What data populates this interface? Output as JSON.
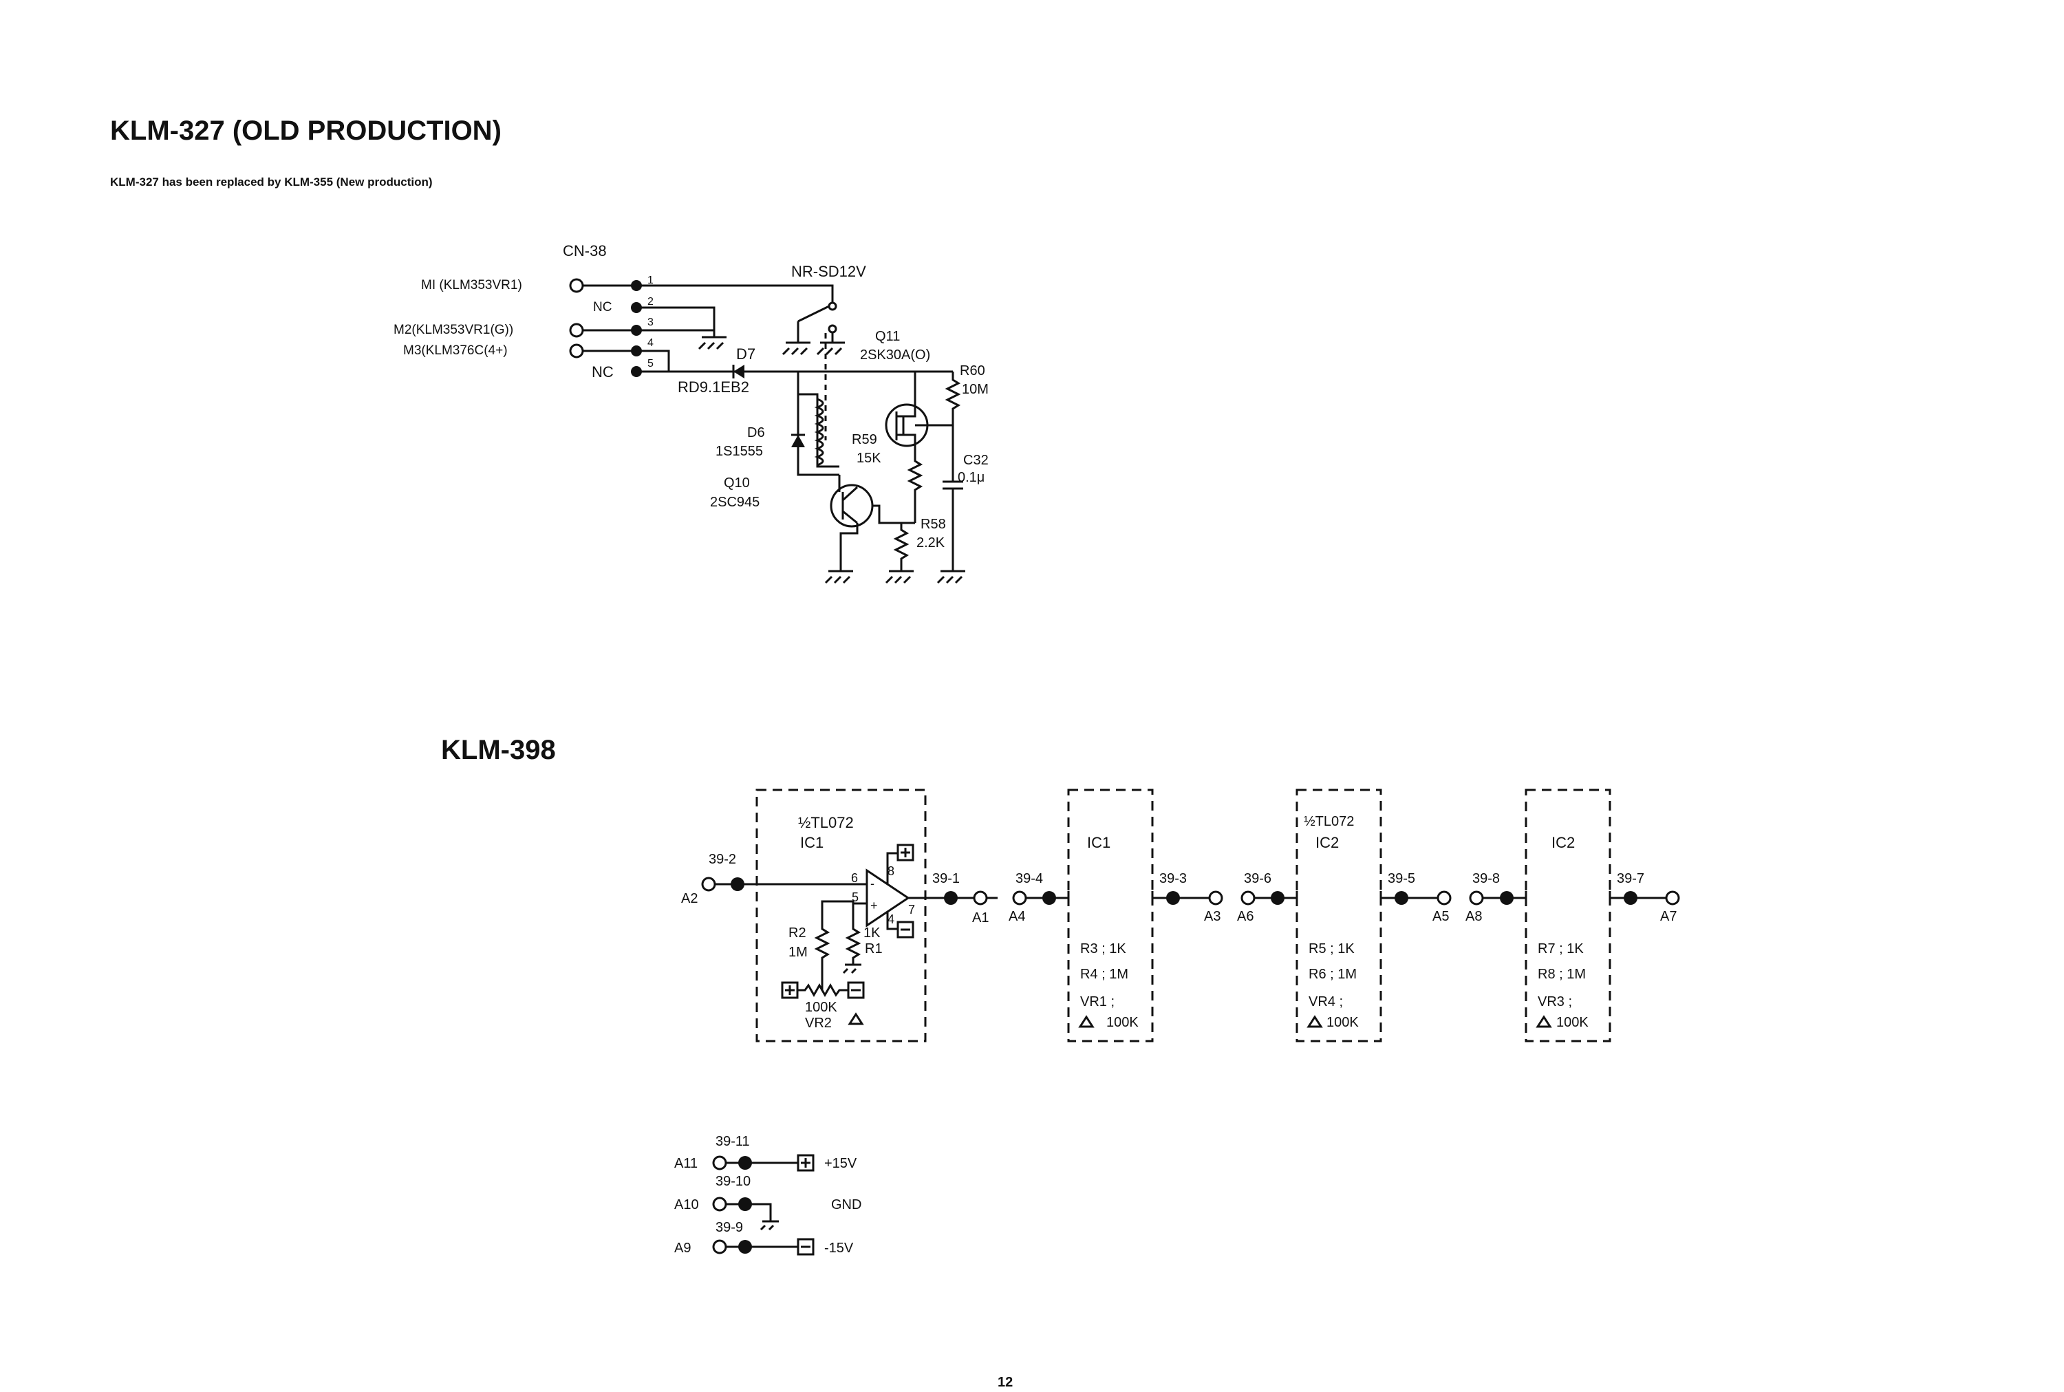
{
  "headings": {
    "title": "KLM-327 (OLD PRODUCTION)",
    "subtitle": "KLM-327 has been replaced by KLM-355 (New production)",
    "title2": "KLM-398"
  },
  "page_number": "12",
  "klm327": {
    "connector": "CN-38",
    "pins": [
      "1",
      "2",
      "3",
      "4",
      "5"
    ],
    "inputs": [
      "MI (KLM353VR1)",
      "NC",
      "M2(KLM353VR1(G))",
      "M3(KLM376C(4+)",
      "NC"
    ],
    "relay": "NR-SD12V",
    "parts": {
      "d7": "D7",
      "d7v": "RD9.1EB2",
      "d6": "D6",
      "d6v": "1S1555",
      "q11": "Q11",
      "q11v": "2SK30A(O)",
      "q10": "Q10",
      "q10v": "2SC945",
      "r60": "R60",
      "r60v": "10M",
      "r59": "R59",
      "r59v": "15K",
      "r58": "R58",
      "r58v": "2.2K",
      "c32": "C32",
      "c32v": "0.1μ"
    }
  },
  "klm398": {
    "stage1": {
      "ic_type": "½TL072",
      "ic": "IC1",
      "in_pin": "39-2",
      "in_node": "A2",
      "out_pin": "39-1",
      "out_node": "A1",
      "pin6": "6",
      "pin5": "5",
      "pin8": "8",
      "pin4": "4",
      "pin7": "7",
      "minus": "-",
      "plus": "+",
      "r2": "R2",
      "r2v": "1M",
      "r1": "R1",
      "r1v": "1K",
      "vr2": "VR2",
      "vr2v": "100K"
    },
    "stages": [
      {
        "in_pin": "39-4",
        "in_node": "A4",
        "ic_type": "",
        "ic": "IC1",
        "r_a": "R3 ; 1K",
        "r_b": "R4 ; 1M",
        "vr": "VR1 ;",
        "vrv": "100K",
        "out_pin": "39-3",
        "out_node": "A3"
      },
      {
        "in_pin": "39-6",
        "in_node": "A6",
        "ic_type": "½TL072",
        "ic": "IC2",
        "r_a": "R5 ; 1K",
        "r_b": "R6 ; 1M",
        "vr": "VR4 ;",
        "vrv": "100K",
        "out_pin": "39-5",
        "out_node": "A5"
      },
      {
        "in_pin": "39-8",
        "in_node": "A8",
        "ic_type": "",
        "ic": "IC2",
        "r_a": "R7 ; 1K",
        "r_b": "R8 ; 1M",
        "vr": "VR3 ;",
        "vrv": "100K",
        "out_pin": "39-7",
        "out_node": "A7"
      }
    ],
    "power": [
      {
        "node": "A11",
        "pin": "39-11",
        "sym": "+",
        "label": "+15V"
      },
      {
        "node": "A10",
        "pin": "39-10",
        "sym": "",
        "label": "GND"
      },
      {
        "node": "A9",
        "pin": "39-9",
        "sym": "-",
        "label": "-15V"
      }
    ]
  }
}
